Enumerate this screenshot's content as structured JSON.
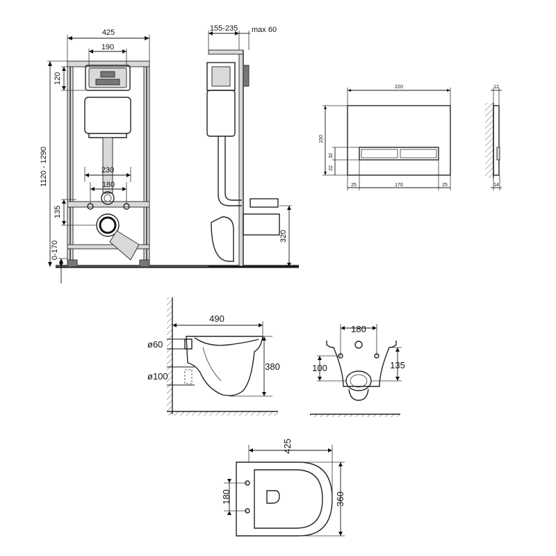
{
  "frame": {
    "width": "425",
    "panel_width": "190",
    "height": "1120 - 1290",
    "panel_height": "120",
    "pipe_spacing": "230",
    "stud_spacing": "180",
    "outlet_height": "135",
    "floor_adjust": "0-170"
  },
  "side": {
    "depth": "155-235",
    "wall_max": "max 60",
    "outlet_height": "320"
  },
  "plate": {
    "width": "220",
    "height": "150",
    "button_h": "32",
    "button_offset": "22",
    "margin_l": "25",
    "button_w": "170",
    "margin_r": "25"
  },
  "plate_side": {
    "depth": "12",
    "base": "14"
  },
  "bowl_side": {
    "length": "490",
    "inlet": "ø60",
    "outlet": "ø100",
    "height": "380"
  },
  "bowl_back": {
    "bolt_spacing": "180",
    "left_h": "100",
    "right_h": "135"
  },
  "bowl_top": {
    "width": "425",
    "depth": "360",
    "bolt_spacing": "180"
  }
}
